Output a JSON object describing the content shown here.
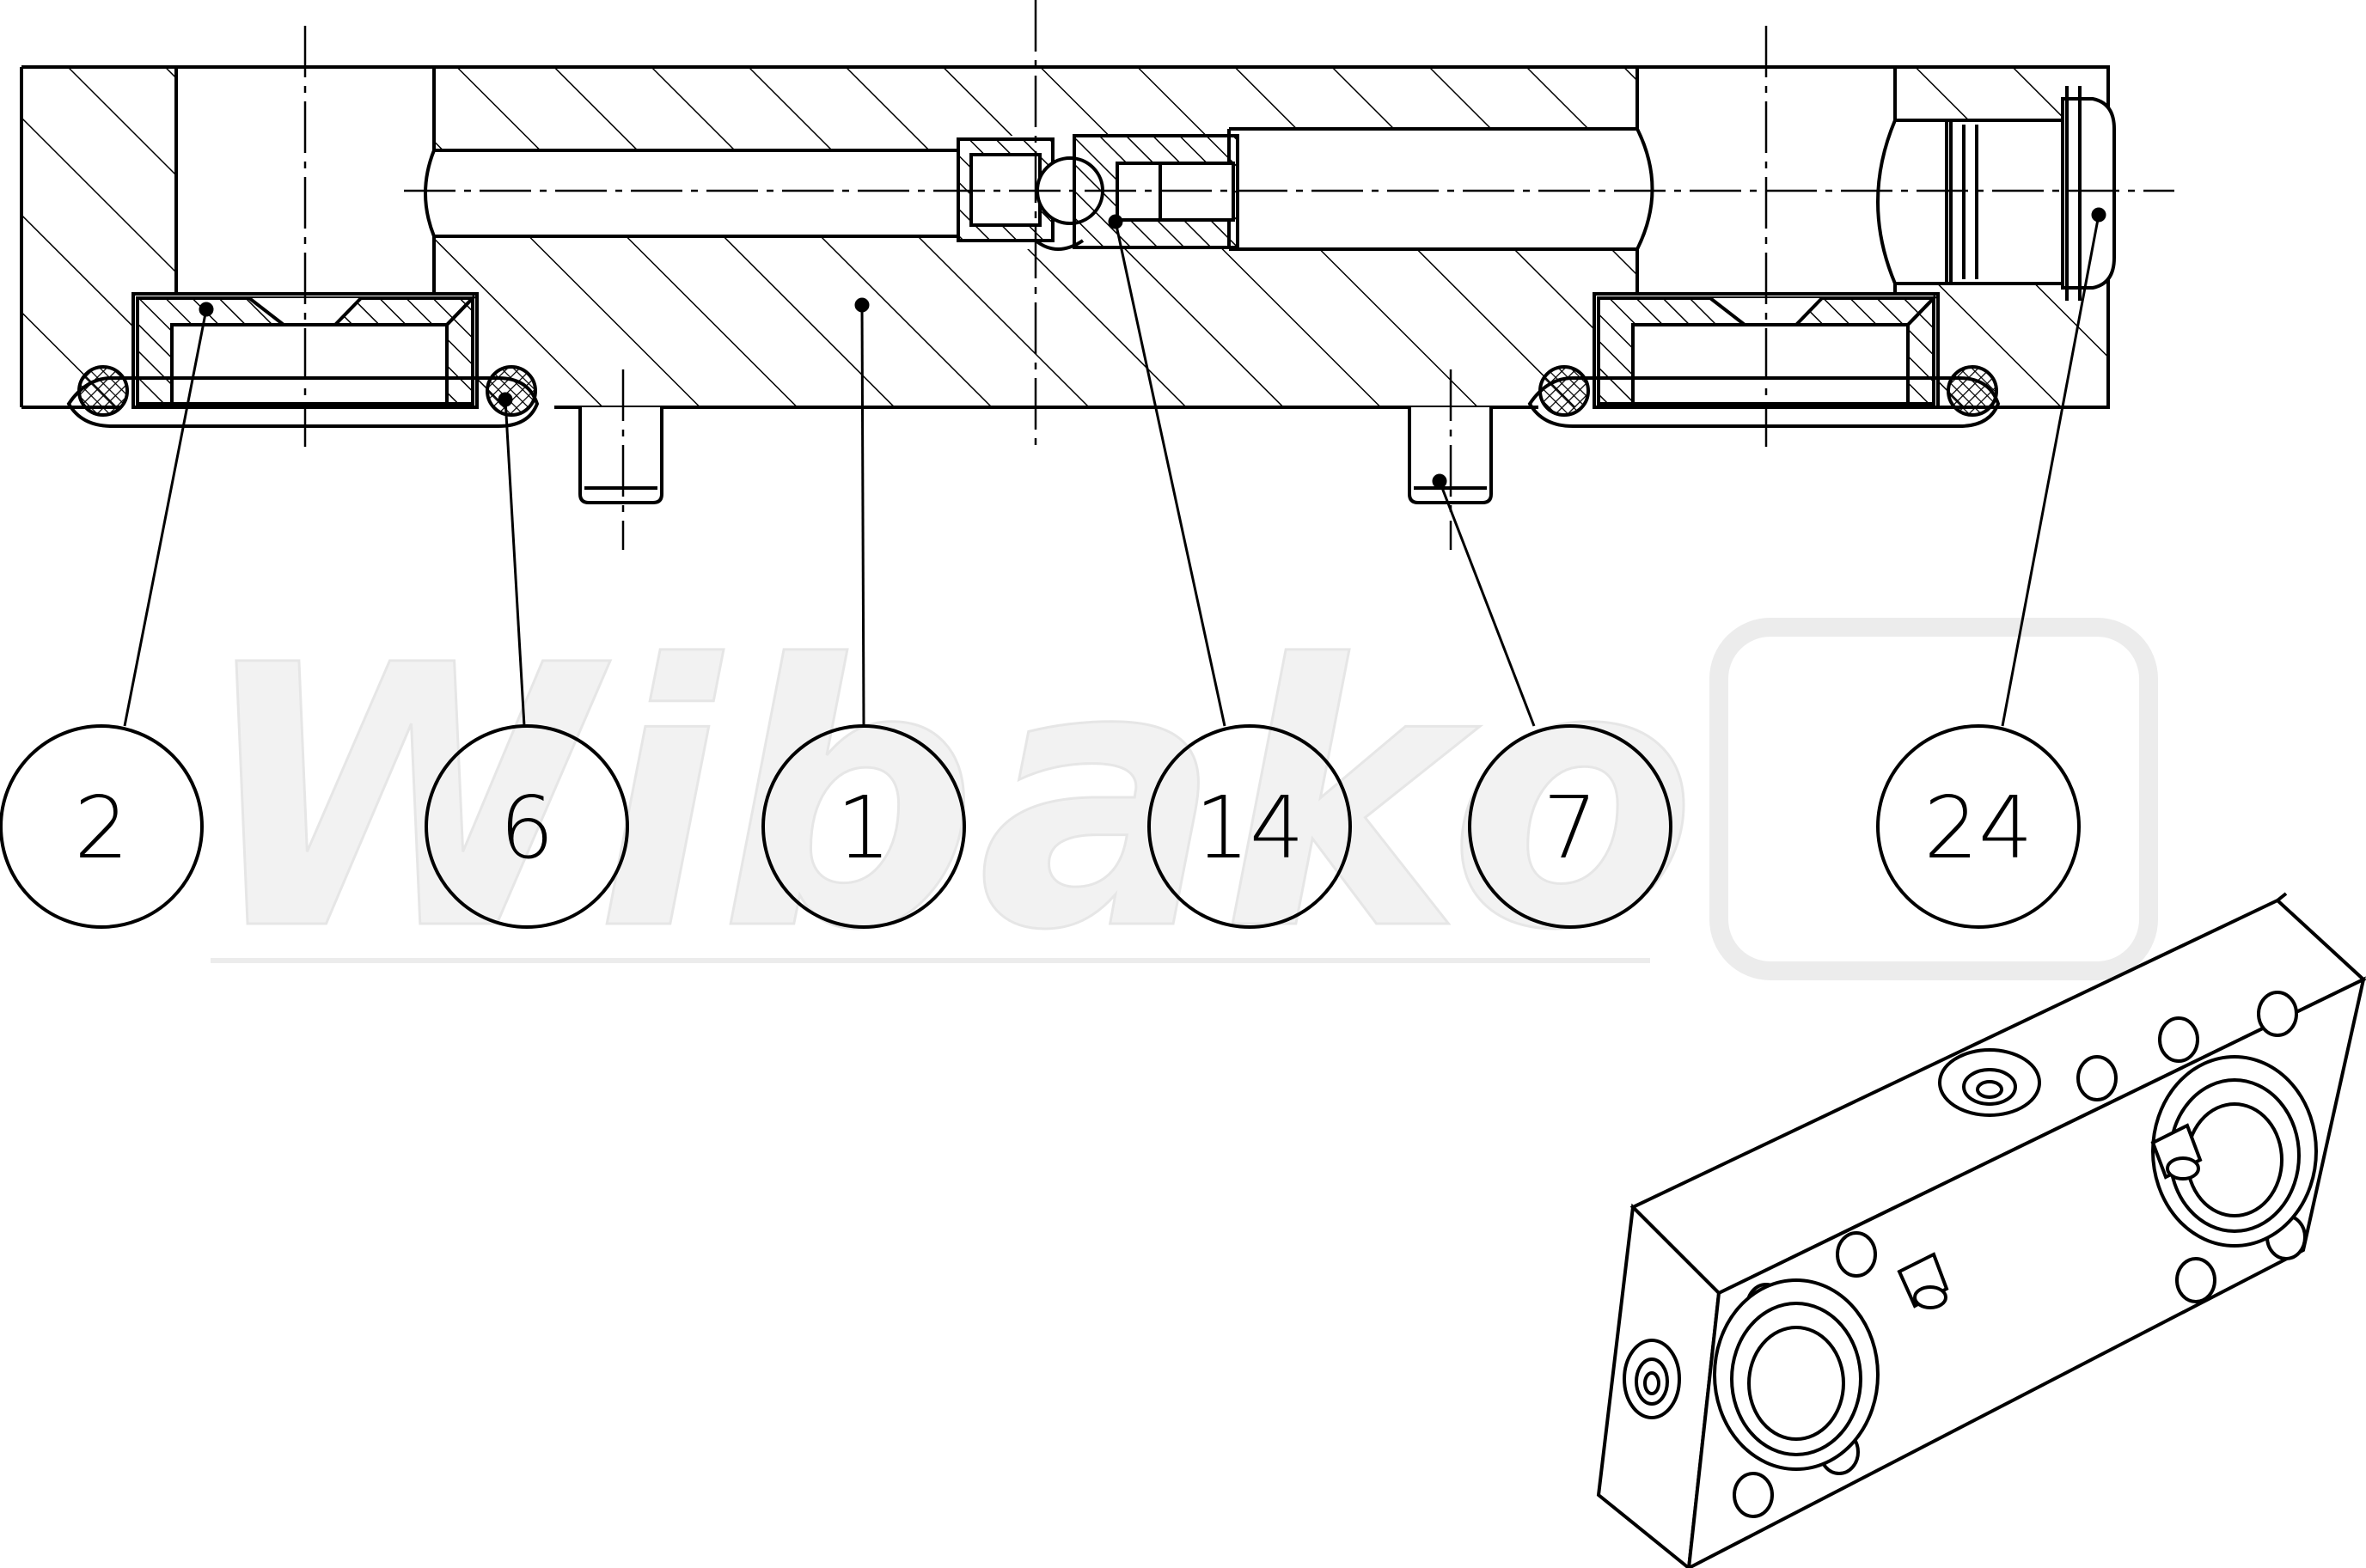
{
  "watermark": {
    "text": "Wibako"
  },
  "callouts": [
    {
      "id": "item-2",
      "label": "2"
    },
    {
      "id": "item-6",
      "label": "6"
    },
    {
      "id": "item-1",
      "label": "1"
    },
    {
      "id": "item-14",
      "label": "14"
    },
    {
      "id": "item-7",
      "label": "7"
    },
    {
      "id": "item-24",
      "label": "24"
    }
  ],
  "colors": {
    "line": "#000000",
    "background": "#ffffff",
    "watermark": "#f1f1f1"
  }
}
